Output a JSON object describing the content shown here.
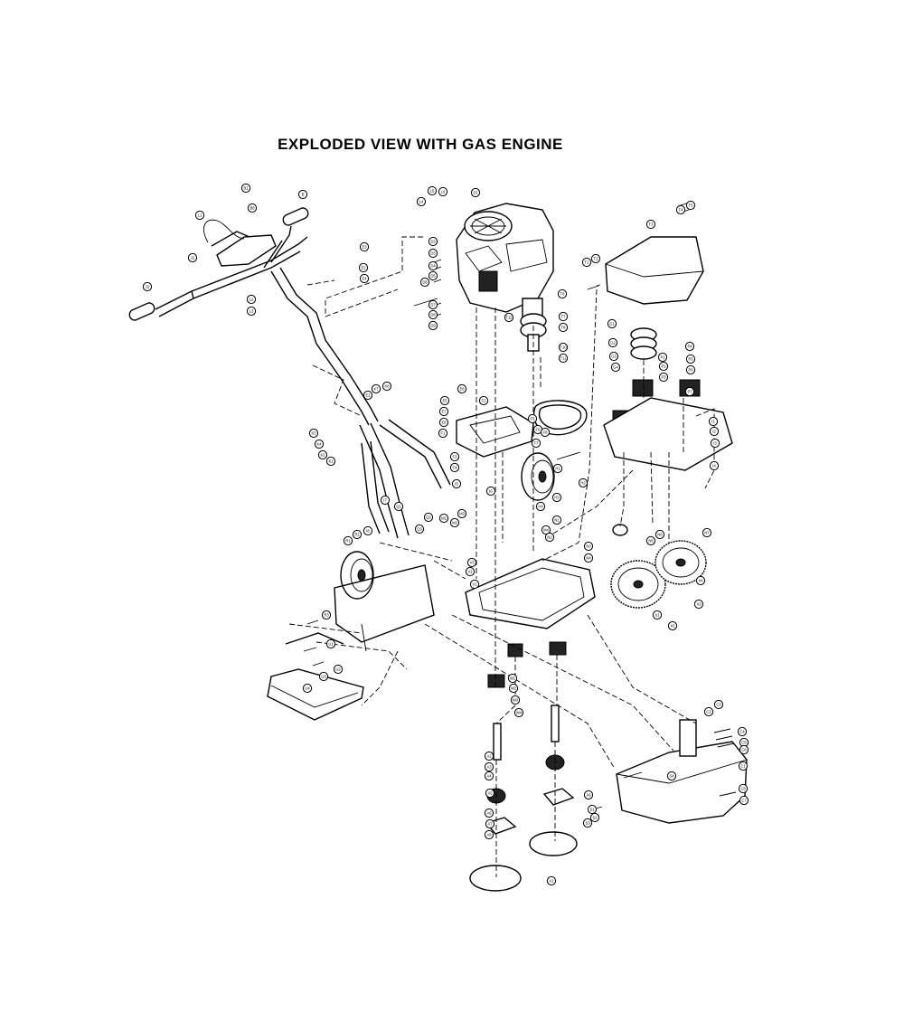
{
  "title": "EXPLODED VIEW WITH GAS ENGINE",
  "callouts": [
    {
      "id": "c-l1",
      "text": "L1"
    },
    {
      "id": "c-b1",
      "text": "B1"
    },
    {
      "id": "c-b6",
      "text": "B6"
    },
    {
      "id": "c-b",
      "text": "B"
    },
    {
      "id": "c-j1",
      "text": "J1"
    },
    {
      "id": "c-j2",
      "text": "J2"
    },
    {
      "id": "c-l2",
      "text": "L2"
    },
    {
      "id": "c-l3",
      "text": "L3"
    },
    {
      "id": "c-e3",
      "text": "E3"
    },
    {
      "id": "c-e2",
      "text": "E2"
    },
    {
      "id": "c-e4",
      "text": "E4"
    },
    {
      "id": "c-l4",
      "text": "L4"
    },
    {
      "id": "c-l5",
      "text": "L5"
    },
    {
      "id": "c-l6",
      "text": "L6"
    },
    {
      "id": "c-d1",
      "text": "D1"
    },
    {
      "id": "c-d2",
      "text": "D2"
    },
    {
      "id": "c-d3",
      "text": "D3"
    },
    {
      "id": "c-d4",
      "text": "D4"
    },
    {
      "id": "c-d5",
      "text": "D5"
    },
    {
      "id": "c-d6",
      "text": "D6"
    },
    {
      "id": "c-d7",
      "text": "D7"
    },
    {
      "id": "c-d8",
      "text": "D8"
    },
    {
      "id": "c-d9",
      "text": "D9"
    },
    {
      "id": "c-e1",
      "text": "E1"
    },
    {
      "id": "c-k7",
      "text": "K7"
    },
    {
      "id": "c-k8",
      "text": "K8"
    },
    {
      "id": "c-k3",
      "text": "K3"
    },
    {
      "id": "c-k4",
      "text": "K4"
    },
    {
      "id": "c-k2",
      "text": "K2"
    },
    {
      "id": "c-k1",
      "text": "K1"
    },
    {
      "id": "c-e5",
      "text": "E5"
    },
    {
      "id": "c-e6",
      "text": "E6"
    },
    {
      "id": "c-e7",
      "text": "E7"
    },
    {
      "id": "c-e8",
      "text": "E8"
    },
    {
      "id": "c-f1",
      "text": "F1"
    },
    {
      "id": "c-f2",
      "text": "F2"
    },
    {
      "id": "c-f3",
      "text": "F3"
    },
    {
      "id": "c-f4",
      "text": "F4"
    },
    {
      "id": "c-f5",
      "text": "F5"
    },
    {
      "id": "c-f6",
      "text": "F6"
    },
    {
      "id": "c-f7",
      "text": "F7"
    },
    {
      "id": "c-f8",
      "text": "F8"
    },
    {
      "id": "c-g1",
      "text": "G1"
    },
    {
      "id": "c-g2",
      "text": "G2"
    },
    {
      "id": "c-g3",
      "text": "G3"
    },
    {
      "id": "c-g4",
      "text": "G4"
    },
    {
      "id": "c-h1",
      "text": "H1"
    },
    {
      "id": "c-h2",
      "text": "H2"
    },
    {
      "id": "c-h3",
      "text": "H3"
    },
    {
      "id": "c-h4",
      "text": "H4"
    },
    {
      "id": "c-t1",
      "text": "T1"
    },
    {
      "id": "c-t2",
      "text": "T2"
    },
    {
      "id": "c-t3",
      "text": "T3"
    },
    {
      "id": "c-t4",
      "text": "T4"
    },
    {
      "id": "c-t5",
      "text": "T5"
    },
    {
      "id": "c-t6",
      "text": "T6"
    },
    {
      "id": "c-t7",
      "text": "T7"
    },
    {
      "id": "c-t8",
      "text": "T8"
    },
    {
      "id": "c-t10",
      "text": "T10"
    },
    {
      "id": "c-t11",
      "text": "T11"
    },
    {
      "id": "c-t12",
      "text": "T12"
    },
    {
      "id": "c-p1",
      "text": "P1"
    },
    {
      "id": "c-p2",
      "text": "P2"
    },
    {
      "id": "c-p3",
      "text": "P3"
    },
    {
      "id": "c-p4",
      "text": "P4"
    },
    {
      "id": "c-p5",
      "text": "P5"
    },
    {
      "id": "c-p6",
      "text": "P6"
    },
    {
      "id": "c-p7",
      "text": "P7"
    },
    {
      "id": "c-i1",
      "text": "I1"
    },
    {
      "id": "c-i2",
      "text": "I2"
    },
    {
      "id": "c-i3",
      "text": "I3"
    },
    {
      "id": "c-i4",
      "text": "I4"
    },
    {
      "id": "c-i5",
      "text": "I5"
    },
    {
      "id": "c-i6",
      "text": "I6"
    },
    {
      "id": "c-i7",
      "text": "I7"
    },
    {
      "id": "c-i8",
      "text": "I8"
    },
    {
      "id": "c-q1",
      "text": "Q1"
    },
    {
      "id": "c-q2",
      "text": "Q2"
    },
    {
      "id": "c-q3",
      "text": "Q3"
    },
    {
      "id": "c-m1",
      "text": "M1"
    },
    {
      "id": "c-m2",
      "text": "M2"
    },
    {
      "id": "c-m3",
      "text": "M3"
    },
    {
      "id": "c-m4",
      "text": "M4"
    },
    {
      "id": "c-n1",
      "text": "N1"
    },
    {
      "id": "c-n2",
      "text": "N2"
    },
    {
      "id": "c-n3",
      "text": "N3"
    },
    {
      "id": "c-n4",
      "text": "N4"
    },
    {
      "id": "c-n5",
      "text": "N5"
    },
    {
      "id": "c-n6",
      "text": "N6"
    },
    {
      "id": "c-n7",
      "text": "N7"
    },
    {
      "id": "c-a1",
      "text": "A1"
    },
    {
      "id": "c-a2",
      "text": "A2"
    },
    {
      "id": "c-a3",
      "text": "A3"
    },
    {
      "id": "c-a4",
      "text": "A4"
    },
    {
      "id": "c-a5",
      "text": "A5"
    },
    {
      "id": "c-a6",
      "text": "A6"
    },
    {
      "id": "c-a7",
      "text": "A7"
    },
    {
      "id": "c-a8",
      "text": "A8"
    },
    {
      "id": "c-a9",
      "text": "A9"
    },
    {
      "id": "c-c1",
      "text": "C1"
    },
    {
      "id": "c-c2",
      "text": "C2"
    },
    {
      "id": "c-c3",
      "text": "C3"
    },
    {
      "id": "c-c4",
      "text": "C4"
    },
    {
      "id": "c-c5",
      "text": "C5"
    },
    {
      "id": "c-c6",
      "text": "C6"
    },
    {
      "id": "c-c7",
      "text": "C7"
    },
    {
      "id": "c-c8",
      "text": "C8"
    },
    {
      "id": "c-s1",
      "text": "S1"
    },
    {
      "id": "c-s2",
      "text": "S2"
    },
    {
      "id": "c-s3",
      "text": "S3"
    },
    {
      "id": "c-s4",
      "text": "S4"
    },
    {
      "id": "c-r1",
      "text": "R1"
    },
    {
      "id": "c-r2",
      "text": "R2"
    },
    {
      "id": "c-r3",
      "text": "R3"
    },
    {
      "id": "c-u1",
      "text": "U1"
    },
    {
      "id": "c-u2",
      "text": "U2"
    },
    {
      "id": "c-u3",
      "text": "U3"
    },
    {
      "id": "c-u4",
      "text": "U4"
    },
    {
      "id": "c-v1",
      "text": "V1"
    },
    {
      "id": "c-v2",
      "text": "V2"
    },
    {
      "id": "c-v3",
      "text": "V3"
    },
    {
      "id": "c-w1",
      "text": "W1"
    },
    {
      "id": "c-w2",
      "text": "W2"
    },
    {
      "id": "c-w3",
      "text": "W3"
    },
    {
      "id": "c-w4",
      "text": "W4"
    },
    {
      "id": "c-x1",
      "text": "X1"
    },
    {
      "id": "c-x2",
      "text": "X2"
    },
    {
      "id": "c-x3",
      "text": "X3"
    },
    {
      "id": "c-x4",
      "text": "X4"
    }
  ]
}
